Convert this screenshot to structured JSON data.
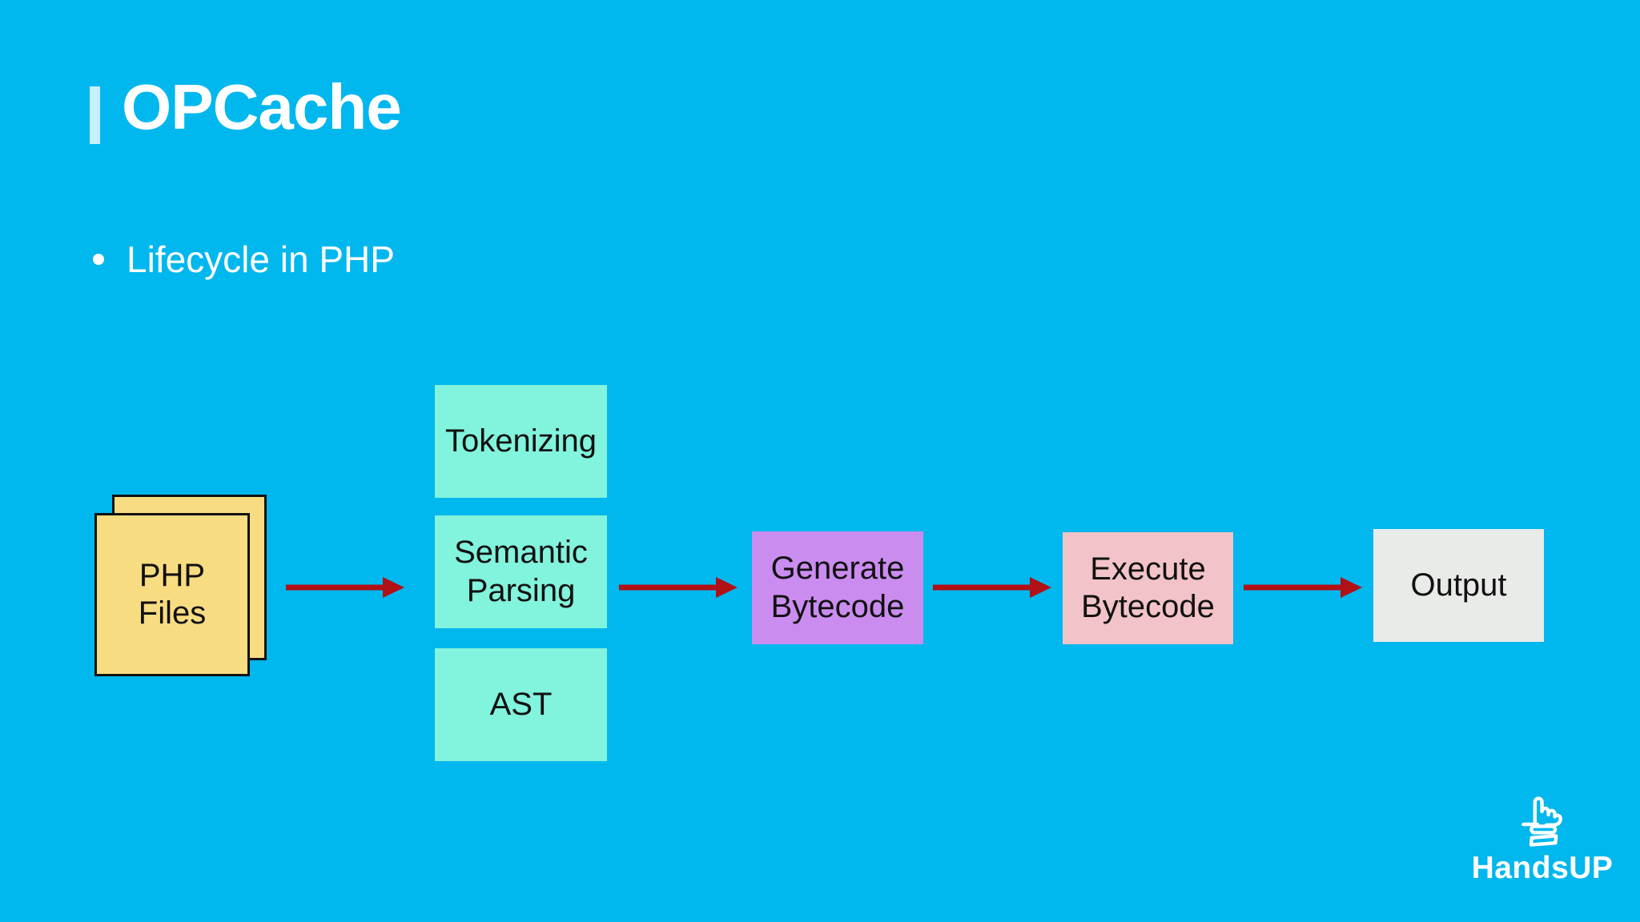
{
  "slide": {
    "title": "OPCache",
    "bullet": "Lifecycle in PHP"
  },
  "diagram": {
    "nodes": {
      "php_files": {
        "lines": [
          "PHP",
          "Files"
        ],
        "fill": "#F8DC82"
      },
      "tokenizing": {
        "label": "Tokenizing",
        "fill": "#82F3DC"
      },
      "semantic_parsing": {
        "lines": [
          "Semantic",
          "Parsing"
        ],
        "fill": "#82F3DC"
      },
      "ast": {
        "label": "AST",
        "fill": "#82F3DC"
      },
      "generate_bytecode": {
        "lines": [
          "Generate",
          "Bytecode"
        ],
        "fill": "#CB8CF0"
      },
      "execute_bytecode": {
        "lines": [
          "Execute",
          "Bytecode"
        ],
        "fill": "#F2C3C8"
      },
      "output": {
        "label": "Output",
        "fill": "#E9EBE9"
      }
    },
    "arrow_color": "#B11116"
  },
  "logo": {
    "text": "HandsUP",
    "icon": "hand-pointing-up"
  },
  "colors": {
    "background": "#00B7EE",
    "title_accent_bar": "#C6F1FB",
    "title_text": "#FFFFFF",
    "bullet_text": "#FFFFFF",
    "node_text": "#111111",
    "node_border": "#111111"
  }
}
